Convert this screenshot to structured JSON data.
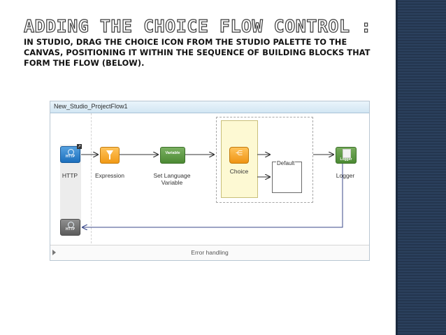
{
  "slide": {
    "title": "Adding the Choice Flow Control :",
    "subtitle": "In Studio, drag the Choice icon from the Studio Palette to the canvas, positioning it within the sequence of building blocks that form the flow (below)."
  },
  "canvas": {
    "tab_label": "New_Studio_ProjectFlow1",
    "nodes": {
      "http": {
        "label": "HTTP",
        "icon_text": "HTTP"
      },
      "expression": {
        "label": "Expression"
      },
      "set_variable": {
        "label": "Set Language Variable",
        "icon_text": "Variable"
      },
      "choice": {
        "label": "Choice"
      },
      "default": {
        "label": "Default"
      },
      "logger": {
        "label": "Logger",
        "icon_text": "Logger"
      },
      "http_response": {
        "icon_text": "HTTP"
      }
    },
    "error_handling": {
      "label": "Error handling"
    }
  },
  "colors": {
    "side_band": "#24364f",
    "tab_bar": "#d2e6f3",
    "http_blue": "#1c6fbd",
    "orange": "#f19a16",
    "green": "#4c8a34",
    "choice_fill": "#fdf9d3",
    "connector": "#3b4a8a"
  }
}
